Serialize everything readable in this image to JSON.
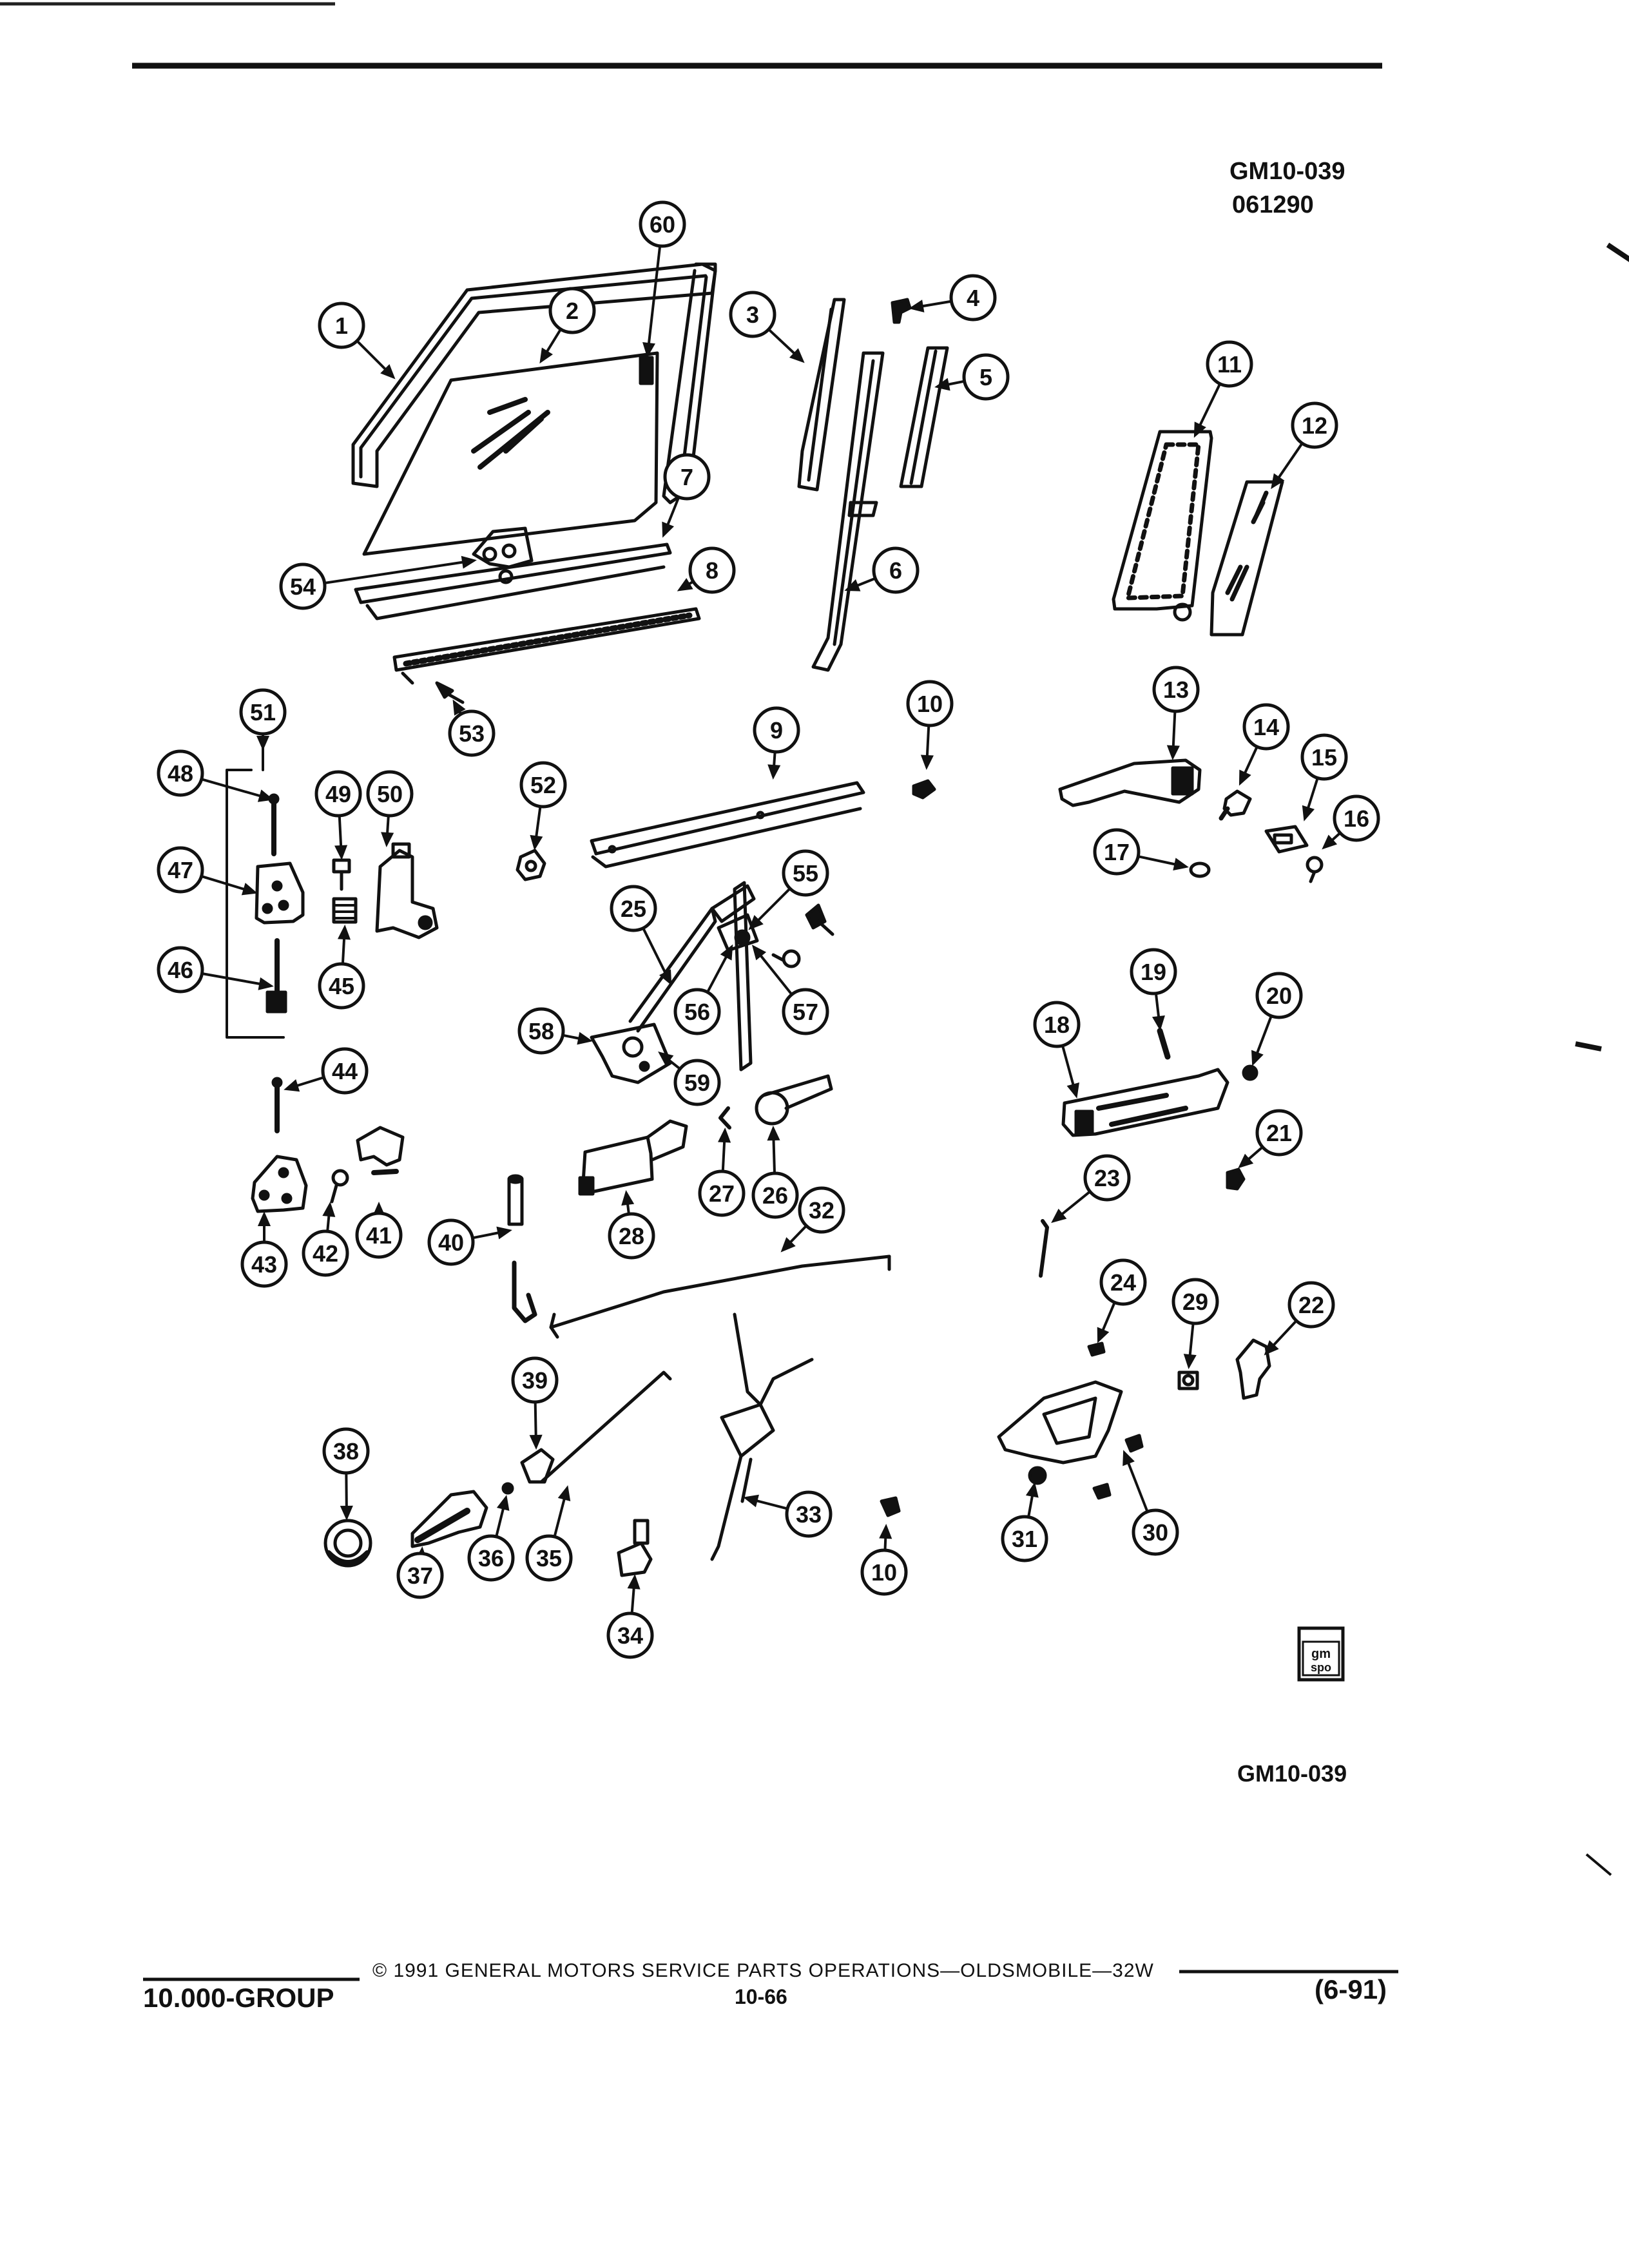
{
  "header": {
    "drawing_id": "GM10-039",
    "date_code": "061290"
  },
  "figure": {
    "id_bottom": "GM10-039"
  },
  "badge": {
    "line1": "gm",
    "line2": "spo"
  },
  "footer": {
    "copyright": "© 1991 GENERAL MOTORS SERVICE PARTS OPERATIONS—OLDSMOBILE—32W",
    "group": "10.000-GROUP",
    "page": "10-66",
    "revision": "(6-91)"
  },
  "callouts": [
    "1",
    "2",
    "3",
    "4",
    "5",
    "6",
    "7",
    "8",
    "9",
    "10",
    "10",
    "11",
    "12",
    "13",
    "14",
    "15",
    "16",
    "17",
    "18",
    "19",
    "20",
    "21",
    "22",
    "23",
    "24",
    "25",
    "26",
    "27",
    "28",
    "29",
    "30",
    "31",
    "32",
    "33",
    "34",
    "35",
    "36",
    "37",
    "38",
    "39",
    "40",
    "41",
    "42",
    "43",
    "44",
    "45",
    "46",
    "47",
    "48",
    "49",
    "50",
    "51",
    "52",
    "53",
    "54",
    "55",
    "56",
    "57",
    "58",
    "59",
    "60"
  ]
}
